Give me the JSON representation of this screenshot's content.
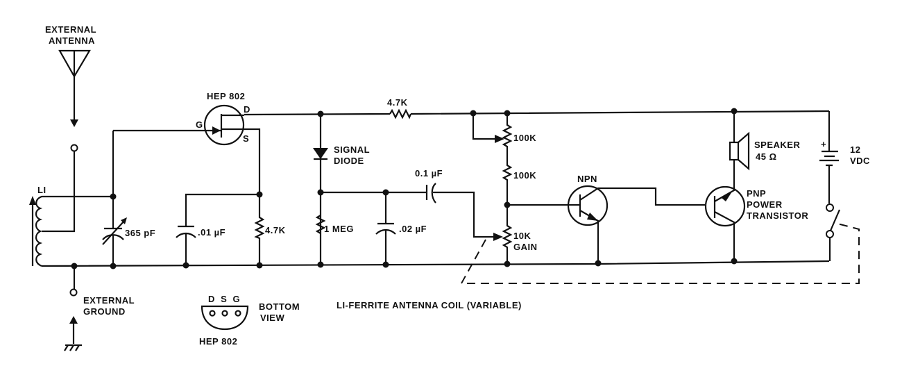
{
  "labels": {
    "external_antenna_1": "EXTERNAL",
    "external_antenna_2": "ANTENNA",
    "l1": "LI",
    "fet_name": "HEP 802",
    "gate": "G",
    "drain": "D",
    "source": "S",
    "var_cap": "365 pF",
    "cap_01": ".01 µF",
    "res_source": "4.7K",
    "res_drain": "4.7K",
    "diode_1": "SIGNAL",
    "diode_2": "DIODE",
    "res_1meg": "1 MEG",
    "cap_02": ".02 µF",
    "cap_coupling": "0.1 µF",
    "pot_100k": "100K",
    "res_100k": "100K",
    "pot_10k": "10K",
    "pot_gain": "GAIN",
    "npn": "NPN",
    "pnp_1": "PNP",
    "pnp_2": "POWER",
    "pnp_3": "TRANSISTOR",
    "speaker_1": "SPEAKER",
    "speaker_2": "45 Ω",
    "battery_plus": "+",
    "battery_1": "12",
    "battery_2": "VDC",
    "external_ground_1": "EXTERNAL",
    "external_ground_2": "GROUND",
    "pinout": "D  S  G",
    "bottom_view_1": "BOTTOM",
    "bottom_view_2": "VIEW",
    "pinout_name": "HEP 802",
    "coil_note": "LI-FERRITE ANTENNA COIL (VARIABLE)"
  }
}
